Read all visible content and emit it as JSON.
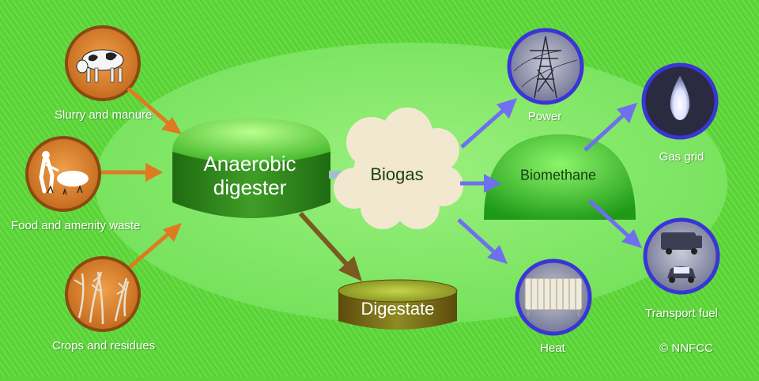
{
  "inputs": {
    "slurry": "Slurry and manure",
    "food": "Food and amenity waste",
    "crops": "Crops and residues"
  },
  "process": {
    "digester_line1": "Anaerobic",
    "digester_line2": "digester",
    "biogas": "Biogas",
    "digestate": "Digestate",
    "biomethane": "Biomethane"
  },
  "outputs": {
    "power": "Power",
    "heat": "Heat",
    "gas_grid": "Gas grid",
    "transport_fuel": "Transport fuel"
  },
  "copyright": "© NNFCC",
  "colors": {
    "background": "#5cd43a",
    "ellipse": "#7fe86a",
    "orange_ring": "#e08a1e",
    "blue_ring": "#3a35d6",
    "arrow_orange": "#e07a20",
    "arrow_blue": "#6f6ff0",
    "arrow_brown": "#7a5a1e",
    "digester_green": "#2f8a1a",
    "biogas_cloud": "#f2e8cf"
  },
  "icons": {
    "slurry": "cow-icon",
    "food": "lawnmower-icon",
    "crops": "crop-stalks-icon",
    "power": "pylon-icon",
    "gas_grid": "gas-flame-icon",
    "transport": "vehicles-icon",
    "heat": "radiator-icon"
  }
}
